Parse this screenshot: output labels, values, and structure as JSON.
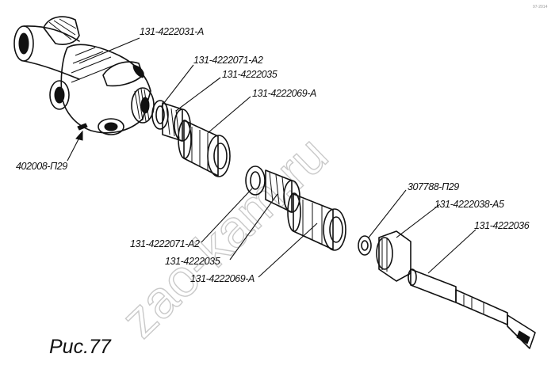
{
  "figure": {
    "caption": "Рис.77",
    "watermark": "zao-kam.ru",
    "corner_mark": "97-2014"
  },
  "parts": [
    {
      "id": "p1",
      "label": "131-4222031-A"
    },
    {
      "id": "p2",
      "label": "131-4222071-A2"
    },
    {
      "id": "p3",
      "label": "131-4222035"
    },
    {
      "id": "p4",
      "label": "131-4222069-A"
    },
    {
      "id": "p5",
      "label": "402008-П29"
    },
    {
      "id": "p6",
      "label": "131-4222071-A2"
    },
    {
      "id": "p7",
      "label": "131-4222035"
    },
    {
      "id": "p8",
      "label": "131-4222069-A"
    },
    {
      "id": "p9",
      "label": "307788-П29"
    },
    {
      "id": "p10",
      "label": "131-4222038-A5"
    },
    {
      "id": "p11",
      "label": "131-4222036"
    }
  ],
  "colors": {
    "ink": "#111111",
    "watermark": "#c9c9c9",
    "background": "#ffffff"
  }
}
